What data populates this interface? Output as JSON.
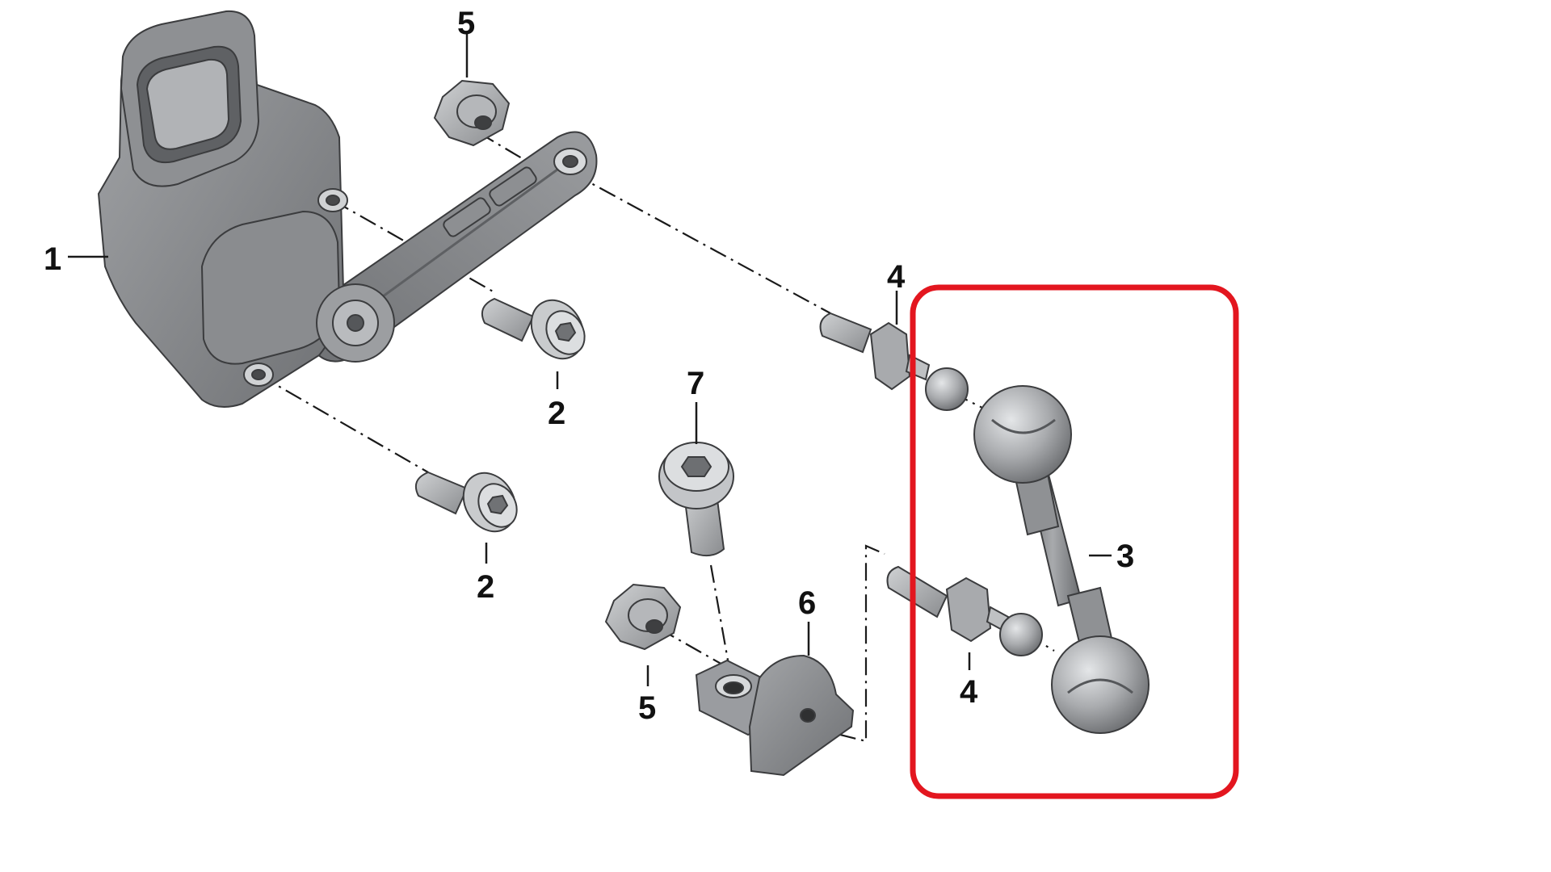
{
  "callouts": {
    "c1": "1",
    "c2_upper": "2",
    "c2_lower": "2",
    "c3": "3",
    "c4_upper": "4",
    "c4_lower": "4",
    "c5_upper": "5",
    "c5_lower": "5",
    "c6": "6",
    "c7": "7"
  },
  "colors": {
    "part_dark": "#7f8184",
    "part_mid": "#9c9ea1",
    "part_light": "#c4c6c9",
    "outline": "#3b3c3e",
    "leader": "#1a1a1a",
    "highlight_frame": "#e3161f"
  }
}
